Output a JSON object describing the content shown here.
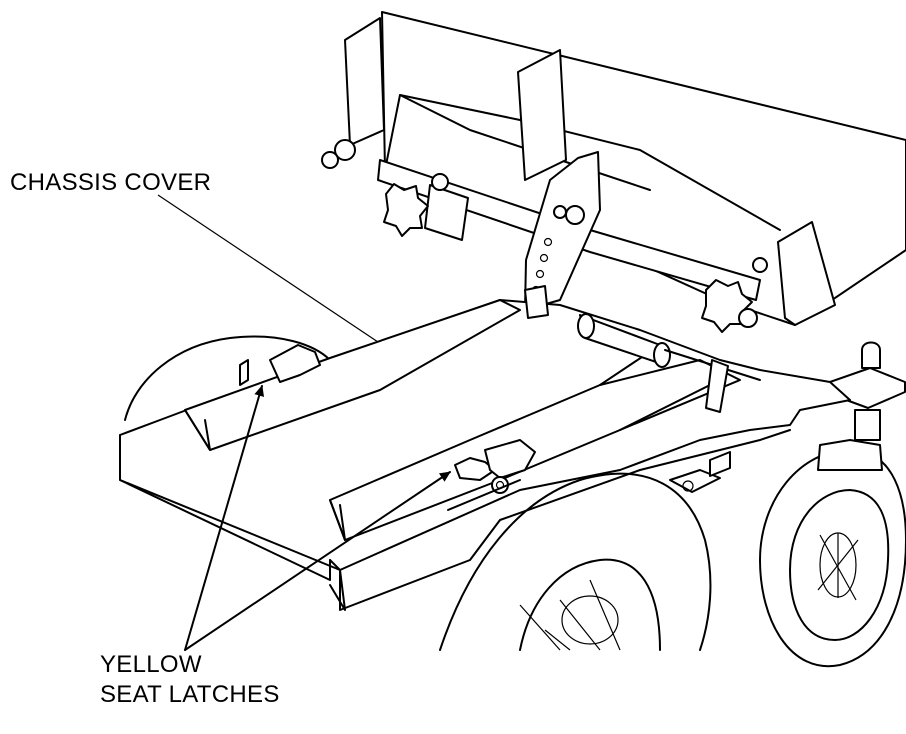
{
  "labels": {
    "chassis_cover": "CHASSIS COVER",
    "latches_line1": "YELLOW",
    "latches_line2": "SEAT LATCHES"
  }
}
